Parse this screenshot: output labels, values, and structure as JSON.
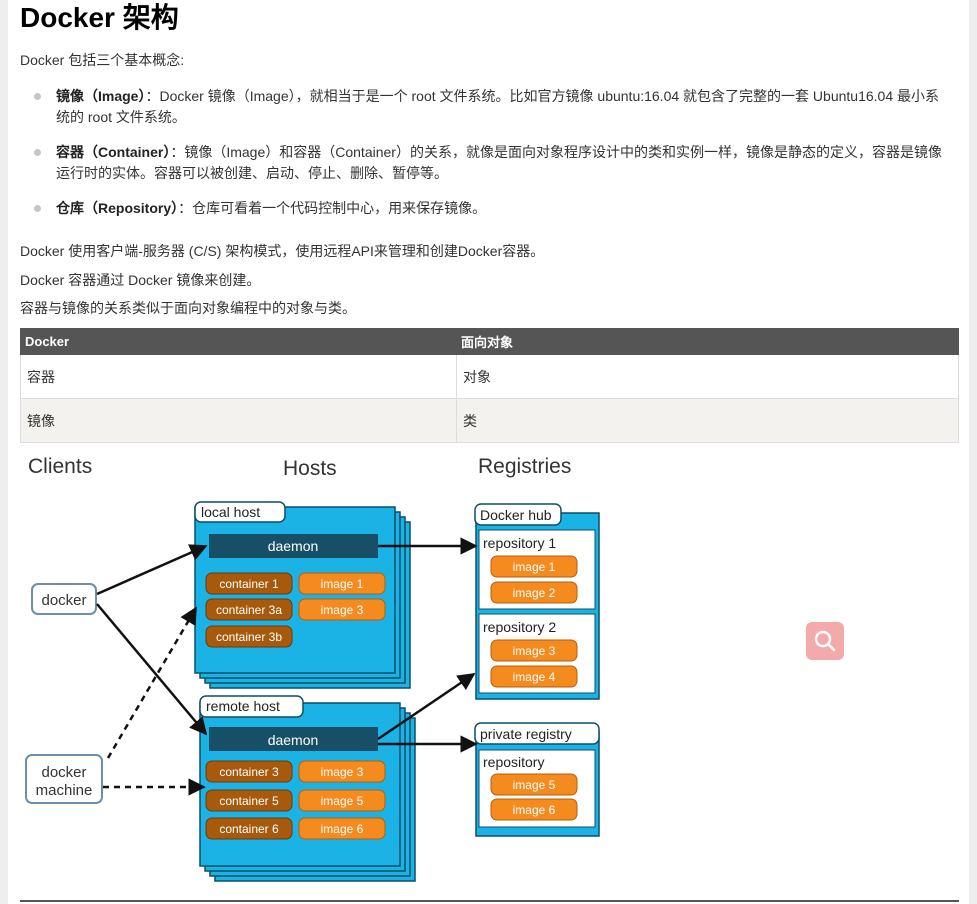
{
  "heading": "Docker 架构",
  "intro": "Docker 包括三个基本概念:",
  "concepts": [
    {
      "term": "镜像（Image）",
      "sep": "：",
      "desc": "Docker 镜像（Image），就相当于是一个 root 文件系统。比如官方镜像 ubuntu:16.04 就包含了完整的一套 Ubuntu16.04 最小系统的 root 文件系统。"
    },
    {
      "term": "容器（Container）",
      "sep": "：",
      "desc": "镜像（Image）和容器（Container）的关系，就像是面向对象程序设计中的类和实例一样，镜像是静态的定义，容器是镜像运行时的实体。容器可以被创建、启动、停止、删除、暂停等。"
    },
    {
      "term": "仓库（Repository）",
      "sep": "：",
      "desc": "仓库可看着一个代码控制中心，用来保存镜像。"
    }
  ],
  "paragraphs": [
    "Docker 使用客户端-服务器 (C/S) 架构模式，使用远程API来管理和创建Docker容器。",
    "Docker 容器通过 Docker 镜像来创建。",
    "容器与镜像的关系类似于面向对象编程中的对象与类。"
  ],
  "table": {
    "headers": [
      "Docker",
      "面向对象"
    ],
    "rows": [
      [
        "容器",
        "对象"
      ],
      [
        "镜像",
        "类"
      ]
    ]
  },
  "diagram": {
    "col_clients": "Clients",
    "col_hosts": "Hosts",
    "col_registries": "Registries",
    "client_docker": "docker",
    "client_machine_line1": "docker",
    "client_machine_line2": "machine",
    "local_host": {
      "label": "local host",
      "daemon": "daemon",
      "containers": [
        "container 1",
        "container 3a",
        "container 3b"
      ],
      "images": [
        "image 1",
        "image 3"
      ]
    },
    "remote_host": {
      "label": "remote host",
      "daemon": "daemon",
      "containers": [
        "container 3",
        "container 5",
        "container 6"
      ],
      "images": [
        "image 3",
        "image 5",
        "image 6"
      ]
    },
    "docker_hub": {
      "label": "Docker hub",
      "repos": [
        {
          "name": "repository 1",
          "images": [
            "image 1",
            "image 2"
          ]
        },
        {
          "name": "repository 2",
          "images": [
            "image 3",
            "image 4"
          ]
        }
      ]
    },
    "private_registry": {
      "label": "private registry",
      "repo": {
        "name": "repository",
        "images": [
          "image 5",
          "image 6"
        ]
      }
    }
  },
  "colors": {
    "host_blue": "#1bb3e6",
    "daemon": "#164f66",
    "container": "#a85a0c",
    "image": "#f58a1f",
    "zoom_bg": "#f4aaab"
  },
  "icons": {
    "zoom": "magnifier-icon"
  }
}
